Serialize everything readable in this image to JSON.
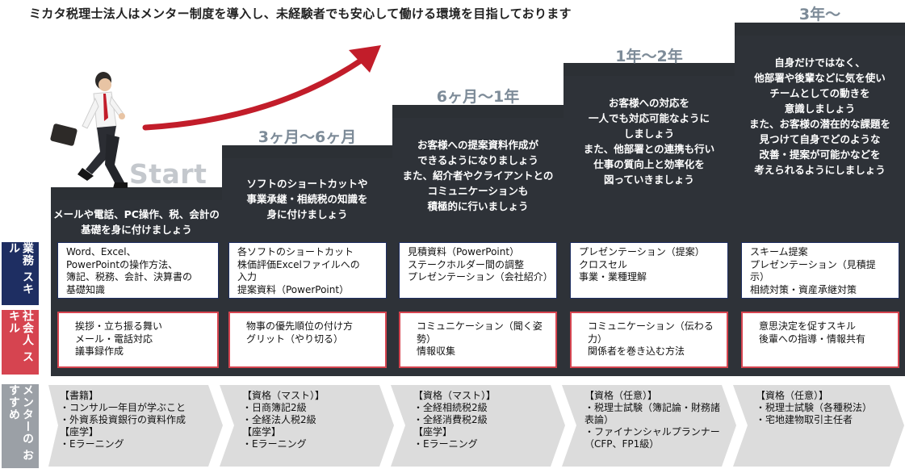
{
  "headline": "ミカタ税理士法人はメンター制度を導入し、未経験者でも安心して働ける環境を目指しております",
  "start_label": "Start",
  "row_labels": {
    "business_skill": "業務\nスキル",
    "social_skill": "社会人\nスキル",
    "mentor_recommendation": "メンターの\nおすすめ"
  },
  "colors": {
    "stair": "#2e3238",
    "period_text": "#7d8b98",
    "business_label_bg": "#1e2e62",
    "social_label_bg": "#d64450",
    "mentor_label_bg": "#9ba0a6",
    "chevron_bg": "#dcdcdc",
    "arrow": "#c21d2a"
  },
  "icons": {
    "figure": "businessman-running-icon",
    "arrow": "growth-arrow-icon"
  },
  "steps": [
    {
      "period": "",
      "description": "メールや電話、PC操作、税、会計の\n基礎を身に付けましょう",
      "business_skills": "Word、Excel、\nPowerPointの操作方法、\n簿記、税務、会計、決算書の\n基礎知識",
      "social_skills": "挨拶・立ち振る舞い\nメール・電話対応\n議事録作成",
      "mentor": "【書籍】\n・コンサル一年目が学ぶこと\n・外資系投資銀行の資料作成\n【座学】\n・Eラーニング"
    },
    {
      "period": "3ヶ月〜6ヶ月",
      "description": "ソフトのショートカットや\n事業承継・相続税の知識を\n身に付けましょう",
      "business_skills": "各ソフトのショートカット\n株価評価Excelファイルへの\n入力\n提案資料（PowerPoint）",
      "social_skills": "物事の優先順位の付け方\nグリット（やり切る）",
      "mentor": "【資格（マスト）】\n・日商簿記2級\n・全経法人税2級\n【座学】\n・Eラーニング"
    },
    {
      "period": "6ヶ月〜1年",
      "description": "お客様への提案資料作成が\nできるようになりましょう\nまた、紹介者やクライアントとの\nコミュニケーションも\n積極的に行いましょう",
      "business_skills": "見積資料（PowerPoint）\nステークホルダー間の調整\nプレゼンテーション（会社紹介）",
      "social_skills": "コミュニケーション（聞く姿勢）\n情報収集",
      "mentor": "【資格（マスト）】\n・全経相続税2級\n・全経消費税2級\n【座学】\n・Eラーニング"
    },
    {
      "period": "1年〜2年",
      "description": "お客様への対応を\n一人でも対応可能なように\nしましょう\nまた、他部署との連携も行い\n仕事の質向上と効率化を\n図っていきましょう",
      "business_skills": "プレゼンテーション（提案）\nクロスセル\n事業・業種理解",
      "social_skills": "コミュニケーション（伝わる力）\n関係者を巻き込む方法",
      "mentor": "【資格（任意）】\n・税理士試験（簿記論・財務諸\n表論）\n・ファイナンシャルプランナー\n（CFP、FP1級）"
    },
    {
      "period": "3年〜",
      "description": "自身だけではなく、\n他部署や後輩などに気を使い\nチームとしての動きを\n意識しましょう\nまた、お客様の潜在的な課題を\n見つけて自身でどのような\n改善・提案が可能かなどを\n考えられるようにしましょう",
      "business_skills": "スキーム提案\nプレゼンテーション（見積提示）\n相続対策・資産承継対策",
      "social_skills": "意思決定を促すスキル\n後輩への指導・情報共有",
      "mentor": "【資格（任意）】\n・税理士試験（各種税法）\n・宅地建物取引主任者"
    }
  ]
}
